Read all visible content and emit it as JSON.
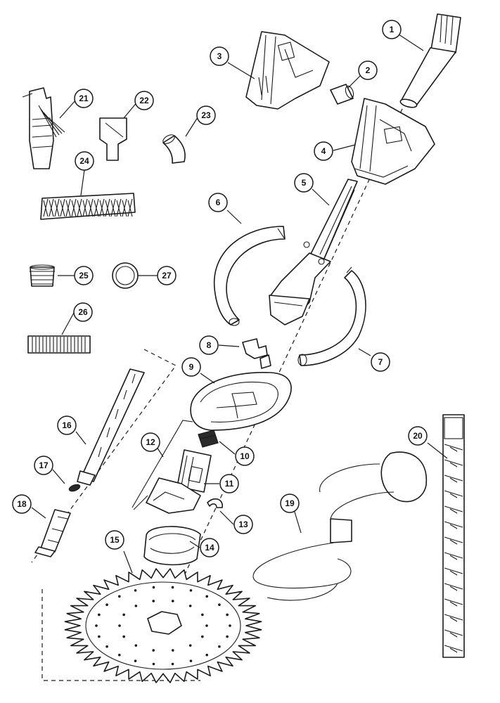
{
  "callouts": [
    "1",
    "2",
    "3",
    "4",
    "5",
    "6",
    "7",
    "8",
    "9",
    "10",
    "11",
    "12",
    "13",
    "14",
    "15",
    "16",
    "17",
    "18",
    "19",
    "20",
    "21",
    "22",
    "23",
    "24",
    "25",
    "26",
    "27"
  ],
  "colors": {
    "line": "#1a1a1a",
    "background": "#ffffff"
  }
}
